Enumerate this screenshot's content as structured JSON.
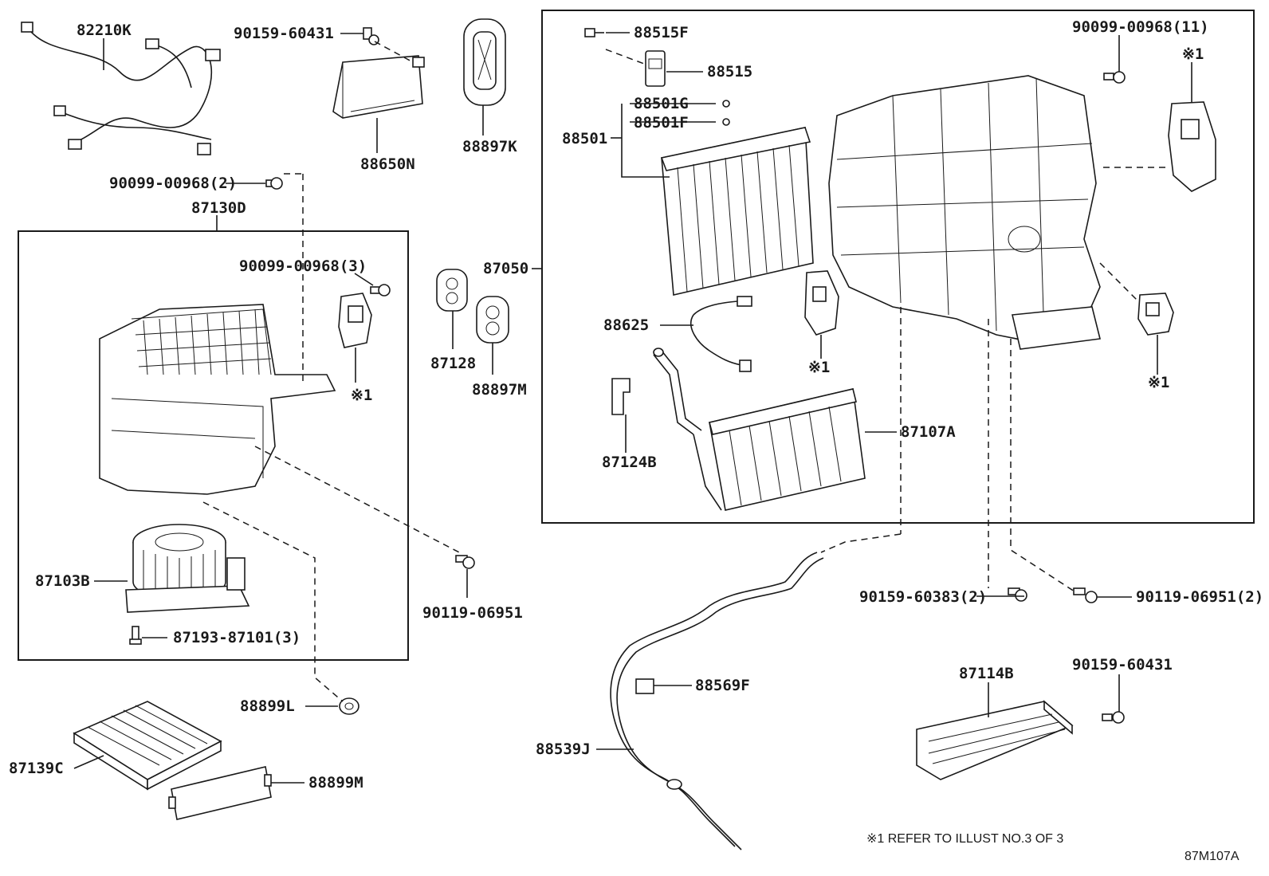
{
  "diagram_code": "87M107A",
  "note": "※1 REFER TO ILLUST NO.3 OF 3",
  "subassemblies": {
    "blower": "87130D",
    "heater_unit": "87050"
  },
  "callouts": {
    "c82210K": "82210K",
    "c90159_60431_top": "90159-60431",
    "c88650N": "88650N",
    "c88897K": "88897K",
    "c90099_2": "90099-00968(2)",
    "c90099_3": "90099-00968(3)",
    "ref_blower": "※1",
    "c87103B": "87103B",
    "c87193": "87193-87101(3)",
    "c87128": "87128",
    "c88897M": "88897M",
    "c90119_06951": "90119-06951",
    "c88899L": "88899L",
    "c87139C": "87139C",
    "c88899M": "88899M",
    "c88515F": "88515F",
    "c88515": "88515",
    "c88501G": "88501G",
    "c88501F": "88501F",
    "c88501": "88501",
    "c88625": "88625",
    "c87124B": "87124B",
    "c87107A": "87107A",
    "c90099_11": "90099-00968(11)",
    "ref_top_right": "※1",
    "ref_mid": "※1",
    "ref_right": "※1",
    "c90159_60383": "90159-60383(2)",
    "c90119_06951_2": "90119-06951(2)",
    "c88569F": "88569F",
    "c88539J": "88539J",
    "c87114B": "87114B",
    "c90159_60431_bottom": "90159-60431"
  }
}
